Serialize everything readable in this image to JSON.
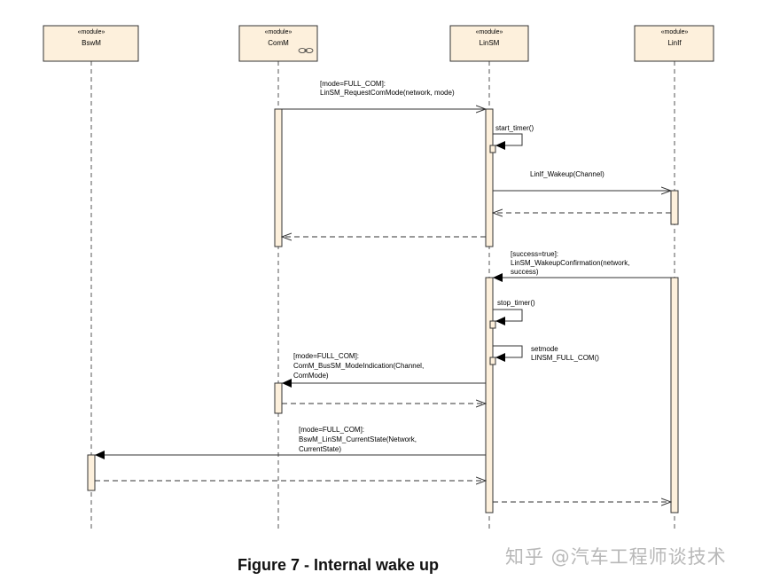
{
  "modules": [
    {
      "id": "bswm",
      "stereotype": "«module»",
      "name": "BswM"
    },
    {
      "id": "comm",
      "stereotype": "«module»",
      "name": "ComM"
    },
    {
      "id": "linsm",
      "stereotype": "«module»",
      "name": "LinSM"
    },
    {
      "id": "linif",
      "stereotype": "«module»",
      "name": "LinIf"
    }
  ],
  "messages": {
    "request_com_mode": [
      "[mode=FULL_COM]:",
      "LinSM_RequestComMode(network, mode)"
    ],
    "start_timer": [
      "start_timer()"
    ],
    "linif_wakeup": [
      "LinIf_Wakeup(Channel)"
    ],
    "wakeup_confirmation": [
      "[success=true]:",
      "LinSM_WakeupConfirmation(network,",
      "success)"
    ],
    "stop_timer": [
      "stop_timer()"
    ],
    "setmode": [
      "setmode",
      "LINSM_FULL_COM()"
    ],
    "comm_indication": [
      "[mode=FULL_COM]:",
      "ComM_BusSM_ModeIndication(Channel,",
      "ComMode)"
    ],
    "bswm_current_state": [
      "[mode=FULL_COM]:",
      "BswM_LinSM_CurrentState(Network,",
      "CurrentState)"
    ]
  },
  "caption": "Figure 7 - Internal wake up",
  "watermark": "知乎 @汽车工程师谈技术",
  "colors": {
    "module_fill": "#fdf0dc",
    "activation_fill": "#fdf0dc",
    "line": "#333333"
  }
}
